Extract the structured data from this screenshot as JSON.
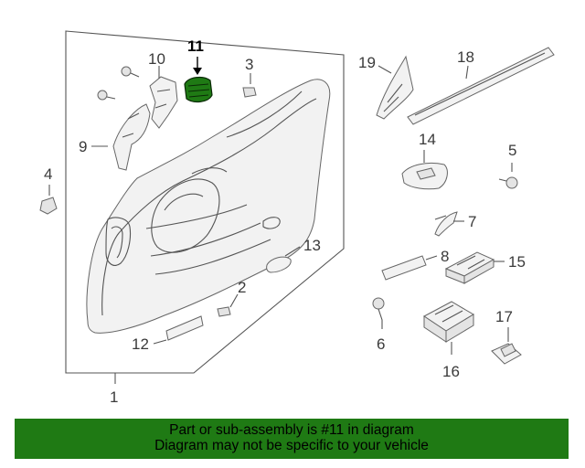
{
  "callouts": {
    "c1": "1",
    "c2": "2",
    "c3": "3",
    "c4": "4",
    "c5": "5",
    "c6": "6",
    "c7": "7",
    "c8": "8",
    "c9": "9",
    "c10": "10",
    "c11": "11",
    "c12": "12",
    "c13": "13",
    "c14": "14",
    "c15": "15",
    "c16": "16",
    "c17": "17",
    "c18": "18",
    "c19": "19"
  },
  "highlighted_part": "11",
  "colors": {
    "banner_bg": "#1f7a14",
    "highlight_part": "#1f7a14"
  },
  "banner": {
    "line1": "Part or sub-assembly is #11 in diagram",
    "line2": "Diagram may not be specific to your vehicle"
  }
}
